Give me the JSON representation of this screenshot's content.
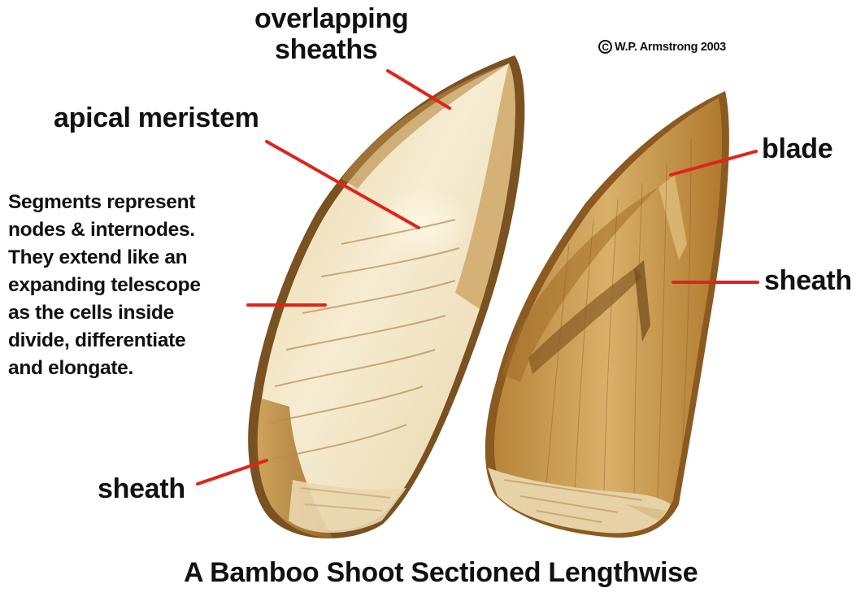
{
  "labels": {
    "overlapping_sheaths": [
      "overlapping",
      "sheaths"
    ],
    "apical_meristem": "apical meristem",
    "segments_description": [
      "Segments represent",
      "nodes & internodes.",
      "They extend like an",
      "expanding telescope",
      "as the cells inside",
      "divide, differentiate",
      "and elongate."
    ],
    "sheath_left": "sheath",
    "blade": "blade",
    "sheath_right": "sheath"
  },
  "copyright": {
    "symbol": "C",
    "text": "W.P. Armstrong 2003"
  },
  "title": "A Bamboo Shoot Sectioned Lengthwise",
  "colors": {
    "pointer_lines": "#e0241b",
    "shoot_flesh_light": "#f6ecd2",
    "shoot_flesh_mid": "#e6cf9a",
    "shoot_sheath_brown": "#a9772f",
    "shoot_dark_brown": "#6e4818",
    "text": "#111111"
  }
}
